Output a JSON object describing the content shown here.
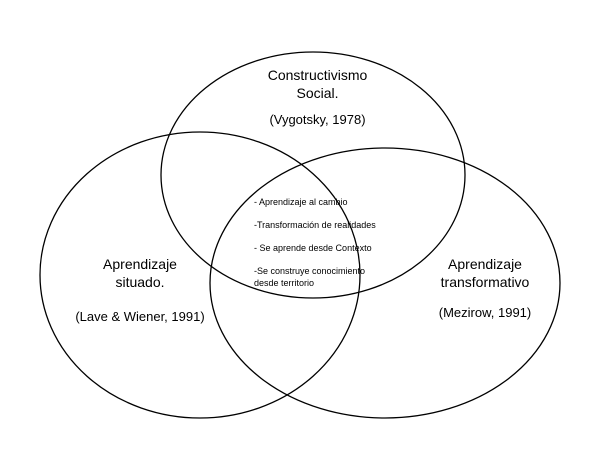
{
  "diagram": {
    "circles": [
      {
        "id": "top",
        "lines": [
          "Constructivismo",
          "Social."
        ],
        "citation": "(Vygotsky, 1978)"
      },
      {
        "id": "left",
        "lines": [
          "Aprendizaje",
          "situado."
        ],
        "citation": "(Lave & Wiener, 1991)"
      },
      {
        "id": "right",
        "lines": [
          "Aprendizaje",
          "transformativo"
        ],
        "citation": "(Mezirow, 1991)"
      }
    ],
    "center_items": [
      "- Aprendizaje al cambio",
      "-Transformación de realidades",
      "- Se aprende desde Contexto",
      "-Se construye conocimiento desde territorio"
    ]
  }
}
